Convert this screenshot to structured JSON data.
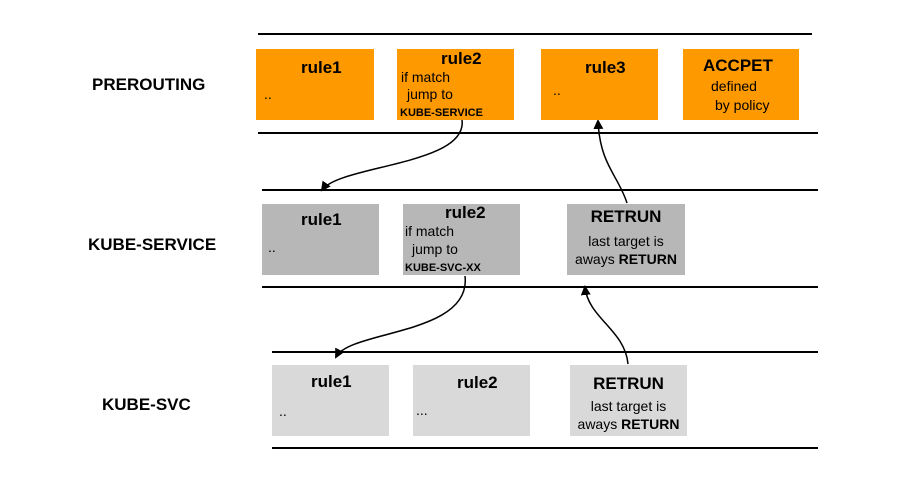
{
  "chains": [
    {
      "label": "PREROUTING",
      "boxes": [
        {
          "title": "rule1",
          "text": ".."
        },
        {
          "title": "rule2",
          "line1": "if match",
          "line2": "jump to",
          "target": "KUBE-SERVICE"
        },
        {
          "title": "rule3",
          "text": ".."
        },
        {
          "title": "ACCPET",
          "line1": "defined",
          "line2": "by policy"
        }
      ]
    },
    {
      "label": "KUBE-SERVICE",
      "boxes": [
        {
          "title": "rule1",
          "text": ".."
        },
        {
          "title": "rule2",
          "line1": "if match",
          "line2": "jump to",
          "target": "KUBE-SVC-XX"
        },
        {
          "title": "RETRUN",
          "line1": "last target is",
          "line2_prefix": "aways",
          "line2_bold": "RETURN"
        }
      ]
    },
    {
      "label": "KUBE-SVC",
      "boxes": [
        {
          "title": "rule1",
          "text": ".."
        },
        {
          "title": "rule2",
          "text": "..."
        },
        {
          "title": "RETRUN",
          "line1": "last target is",
          "line2_prefix": "aways",
          "line2_bold": "RETURN"
        }
      ]
    }
  ],
  "colors": {
    "prerouting": "#ff9900",
    "kube_service": "#b7b7b7",
    "kube_svc": "#d9d9d9"
  }
}
